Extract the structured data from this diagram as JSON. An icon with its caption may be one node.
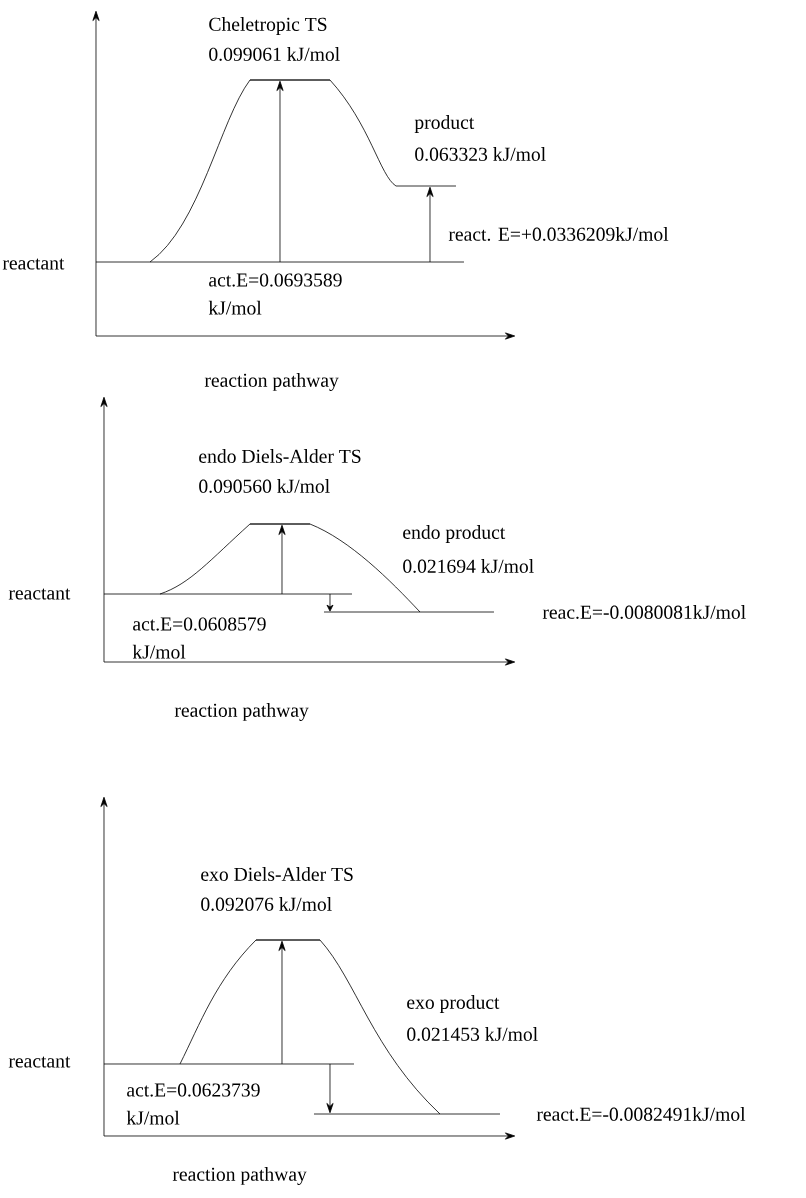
{
  "diagram": {
    "labels": [
      "Cheletropic TS",
      "0.099061 kJ/mol",
      "product",
      "0.063323 kJ/mol",
      "react. E=+0.0336209kJ/mol",
      "reactant",
      "act.E=0.0693589 kJ/mol",
      "reaction pathway",
      "endo Diels-Alder TS",
      "0.090560 kJ/mol",
      "endo product",
      "0.021694 kJ/mol",
      "reactant",
      "reac.E=-0.0080081kJ/mol",
      "act.E=0.0608579 kJ/mol",
      "reaction pathway",
      "exo Diels-Alder TS",
      "0.092076 kJ/mol",
      "exo product",
      "0.021453 kJ/mol",
      "reactant",
      "act.E=0.0623739 kJ/mol",
      "react.E=-0.0082491kJ/mol",
      "reaction pathway"
    ]
  }
}
